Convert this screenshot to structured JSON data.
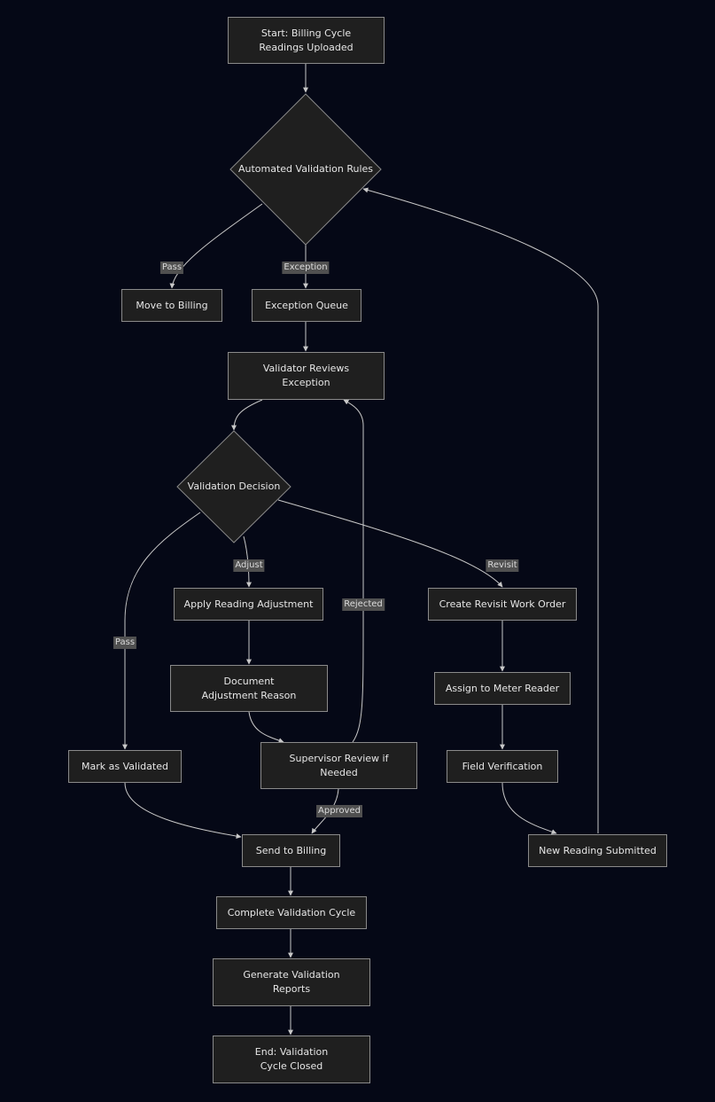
{
  "nodes": {
    "start": "Start: Billing Cycle Readings Uploaded",
    "auto_rules": "Automated Validation Rules",
    "move_billing": "Move to Billing",
    "exception_queue": "Exception Queue",
    "validator_reviews": "Validator Reviews Exception",
    "validation_decision": "Validation Decision",
    "apply_adjustment": "Apply Reading Adjustment",
    "document_reason": "Document Adjustment Reason",
    "create_revisit": "Create Revisit Work Order",
    "assign_reader": "Assign to Meter Reader",
    "mark_validated": "Mark as Validated",
    "supervisor_review": "Supervisor Review if Needed",
    "field_verification": "Field Verification",
    "send_billing": "Send to Billing",
    "new_reading": "New Reading Submitted",
    "complete_cycle": "Complete Validation Cycle",
    "generate_reports": "Generate Validation Reports",
    "end": "End: Validation Cycle Closed"
  },
  "edge_labels": {
    "pass_1": "Pass",
    "exception": "Exception",
    "adjust": "Adjust",
    "revisit": "Revisit",
    "rejected": "Rejected",
    "pass_2": "Pass",
    "approved": "Approved"
  },
  "colors": {
    "background": "#050816",
    "node_fill": "#1f1f1f",
    "node_stroke": "#8a8a8a",
    "edge": "#c8c8c8",
    "edge_label_bg": "#505050",
    "text": "#e6e6e6"
  }
}
